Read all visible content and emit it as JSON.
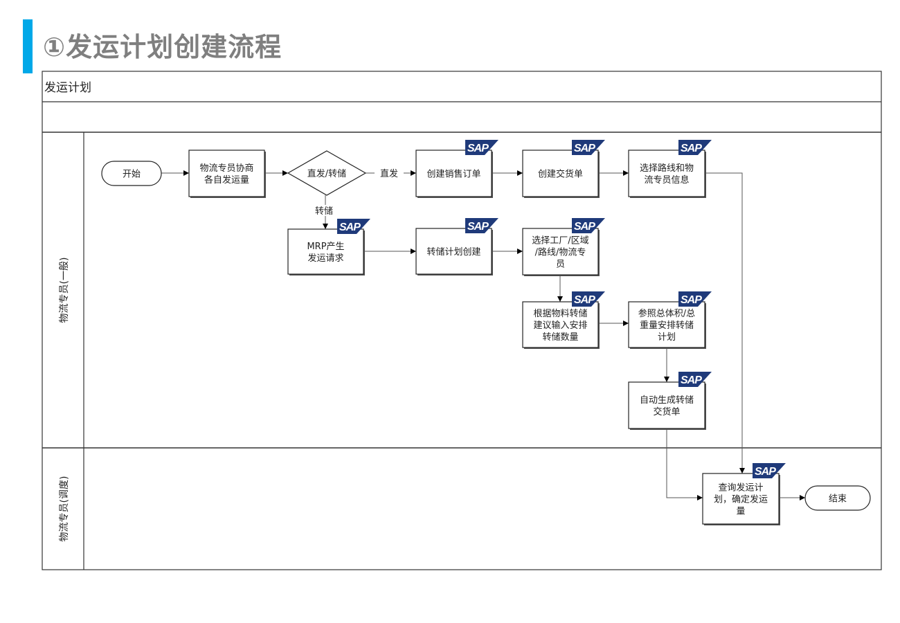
{
  "page": {
    "title": "①发运计划创建流程",
    "accent_color": "#00a8e8"
  },
  "pool": {
    "title": "发运计划",
    "lanes": [
      {
        "id": "general",
        "label": "物流专员(一般)"
      },
      {
        "id": "dispatch",
        "label": "物流专员(调度)"
      }
    ]
  },
  "sap_badge": {
    "text": "SAP",
    "color": "#1f3a7a"
  },
  "nodes": {
    "start": {
      "type": "terminator",
      "lines": [
        "开始"
      ]
    },
    "negotiate": {
      "type": "process",
      "lines": [
        "物流专员协商",
        "各自发运量"
      ],
      "sap": false
    },
    "decision": {
      "type": "decision",
      "lines": [
        "直发/转储"
      ]
    },
    "create_so": {
      "type": "process",
      "lines": [
        "创建销售订单"
      ],
      "sap": true
    },
    "create_delivery": {
      "type": "process",
      "lines": [
        "创建交货单"
      ],
      "sap": true
    },
    "select_route": {
      "type": "process",
      "lines": [
        "选择路线和物",
        "流专员信息"
      ],
      "sap": true
    },
    "mrp": {
      "type": "process",
      "lines": [
        "MRP产生",
        "发运请求"
      ],
      "sap": true
    },
    "transfer_plan": {
      "type": "process",
      "lines": [
        "转储计划创建"
      ],
      "sap": true
    },
    "select_plant": {
      "type": "process",
      "lines": [
        "选择工厂/区域",
        "/路线/物流专",
        "员"
      ],
      "sap": true
    },
    "input_qty": {
      "type": "process",
      "lines": [
        "根据物料转储",
        "建议输入安排",
        "转储数量"
      ],
      "sap": true
    },
    "arrange_plan": {
      "type": "process",
      "lines": [
        "参照总体积/总",
        "重量安排转储",
        "计划"
      ],
      "sap": true
    },
    "auto_delivery": {
      "type": "process",
      "lines": [
        "自动生成转储",
        "交货单"
      ],
      "sap": true
    },
    "query_plan": {
      "type": "process",
      "lines": [
        "查询发运计",
        "划，确定发运",
        "量"
      ],
      "sap": true
    },
    "end": {
      "type": "terminator",
      "lines": [
        "结束"
      ]
    }
  },
  "edge_labels": {
    "direct": "直发",
    "transfer": "转储"
  }
}
